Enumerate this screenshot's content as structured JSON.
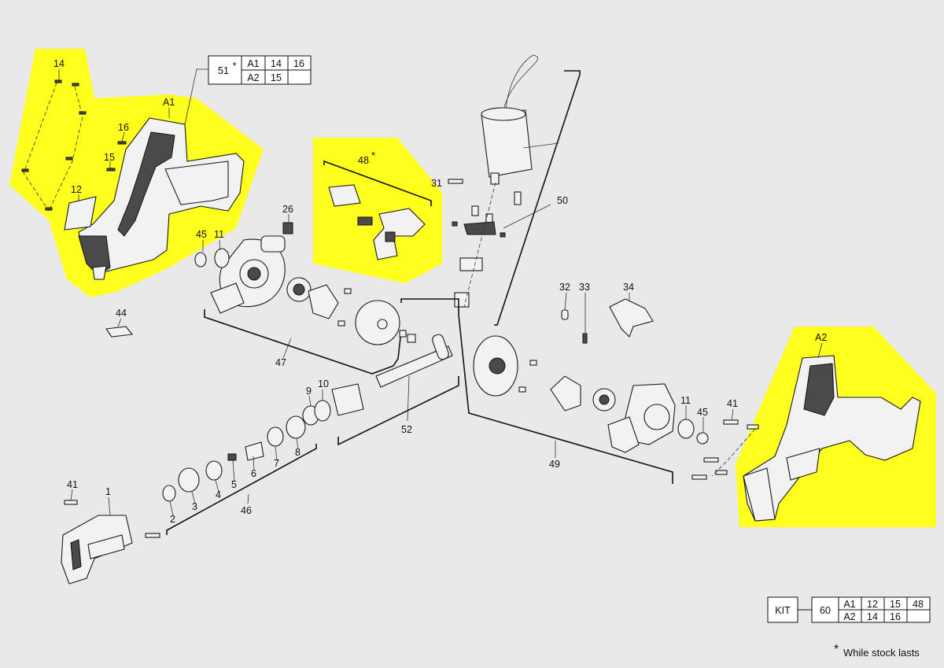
{
  "part_labels": [
    {
      "id": "14",
      "text": "14"
    },
    {
      "id": "A1",
      "text": "A1"
    },
    {
      "id": "16",
      "text": "16"
    },
    {
      "id": "15",
      "text": "15"
    },
    {
      "id": "12",
      "text": "12"
    },
    {
      "id": "26",
      "text": "26"
    },
    {
      "id": "48",
      "text": "48"
    },
    {
      "id": "31",
      "text": "31"
    },
    {
      "id": "50",
      "text": "50"
    },
    {
      "id": "45a",
      "text": "45"
    },
    {
      "id": "11a",
      "text": "11"
    },
    {
      "id": "44",
      "text": "44"
    },
    {
      "id": "47",
      "text": "47"
    },
    {
      "id": "32",
      "text": "32"
    },
    {
      "id": "33",
      "text": "33"
    },
    {
      "id": "34",
      "text": "34"
    },
    {
      "id": "A2",
      "text": "A2"
    },
    {
      "id": "9",
      "text": "9"
    },
    {
      "id": "10",
      "text": "10"
    },
    {
      "id": "52",
      "text": "52"
    },
    {
      "id": "49",
      "text": "49"
    },
    {
      "id": "11b",
      "text": "11"
    },
    {
      "id": "45b",
      "text": "45"
    },
    {
      "id": "41a",
      "text": "41"
    },
    {
      "id": "41b",
      "text": "41"
    },
    {
      "id": "1",
      "text": "1"
    },
    {
      "id": "2",
      "text": "2"
    },
    {
      "id": "3",
      "text": "3"
    },
    {
      "id": "4",
      "text": "4"
    },
    {
      "id": "5",
      "text": "5"
    },
    {
      "id": "6",
      "text": "6"
    },
    {
      "id": "7",
      "text": "7"
    },
    {
      "id": "8",
      "text": "8"
    },
    {
      "id": "46",
      "text": "46"
    }
  ],
  "asterisk": "*",
  "table51": {
    "head": "51",
    "rows": [
      [
        "A1",
        "14",
        "16"
      ],
      [
        "A2",
        "15",
        ""
      ]
    ]
  },
  "kit_table": {
    "kit_label": "KIT",
    "number": "60",
    "rows": [
      [
        "A1",
        "12",
        "15",
        "48"
      ],
      [
        "A2",
        "14",
        "16",
        ""
      ]
    ]
  },
  "footnote": {
    "star": "*",
    "text": "While stock lasts"
  },
  "colors": {
    "highlight": "#ffff1e",
    "background": "#e9e9e9"
  }
}
